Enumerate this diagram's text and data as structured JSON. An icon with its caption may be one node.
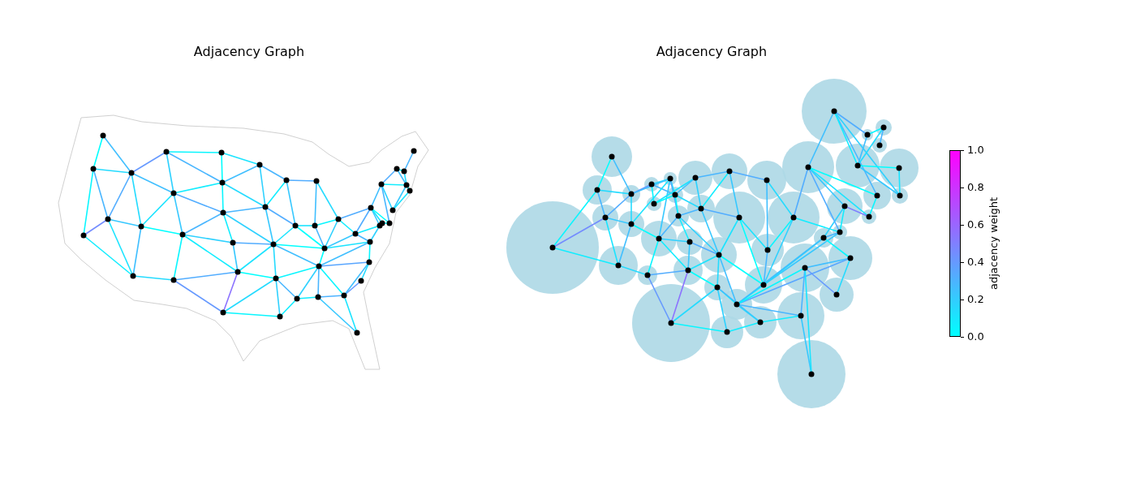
{
  "diagram": {
    "labels": [
      "Adjacency Graph",
      "Adjacency Graph",
      "1.0",
      "0.8",
      "0.6",
      "0.4",
      "0.2",
      "0.0",
      "adjacency weight"
    ]
  }
}
